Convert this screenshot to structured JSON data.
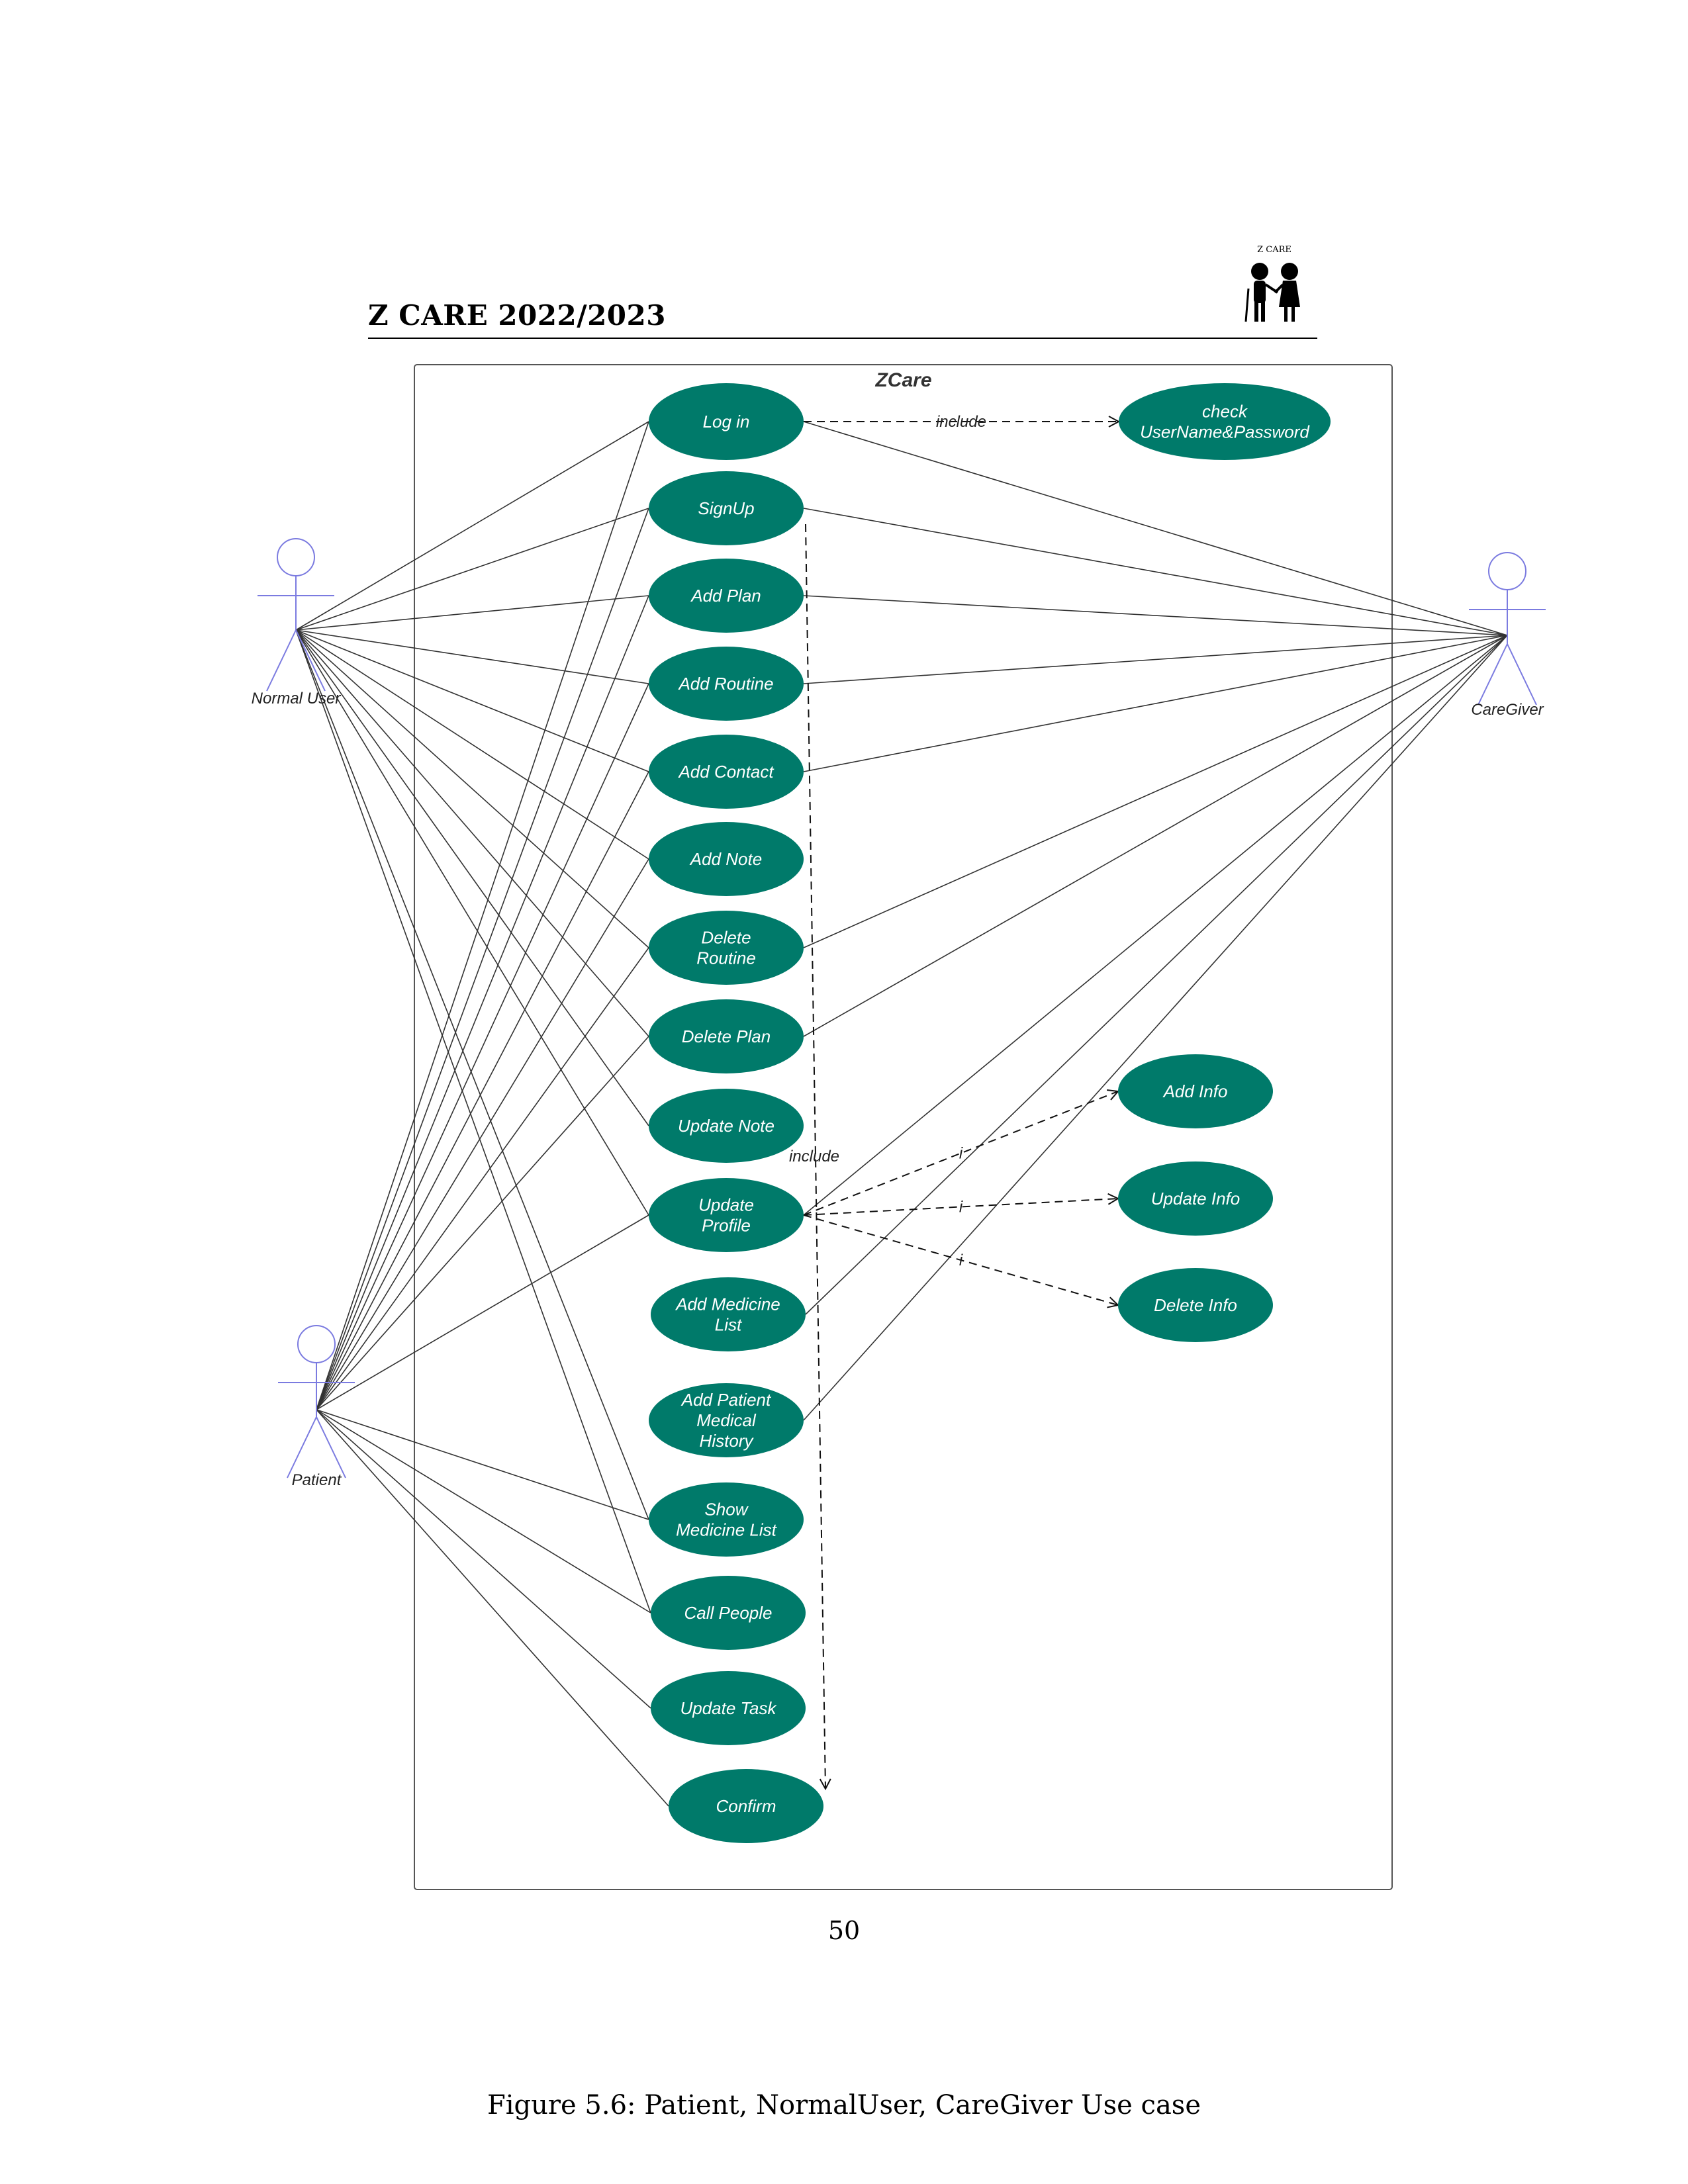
{
  "header": {
    "title": "Z CARE 2022/2023",
    "logo_text": "Z CARE"
  },
  "system": {
    "name": "ZCare"
  },
  "actors": [
    {
      "id": "normal",
      "name": "Normal User"
    },
    {
      "id": "caregiver",
      "name": "CareGiver"
    },
    {
      "id": "patient",
      "name": "Patient"
    }
  ],
  "use_cases": [
    {
      "id": "login",
      "lines": [
        "Log in"
      ]
    },
    {
      "id": "check",
      "lines": [
        "check",
        "UserName&Password"
      ]
    },
    {
      "id": "signup",
      "lines": [
        "SignUp"
      ]
    },
    {
      "id": "addplan",
      "lines": [
        "Add Plan"
      ]
    },
    {
      "id": "addroutine",
      "lines": [
        "Add Routine"
      ]
    },
    {
      "id": "addcontact",
      "lines": [
        "Add Contact"
      ]
    },
    {
      "id": "addnote",
      "lines": [
        "Add Note"
      ]
    },
    {
      "id": "delroutine",
      "lines": [
        "Delete",
        "Routine"
      ]
    },
    {
      "id": "delplan",
      "lines": [
        "Delete Plan"
      ]
    },
    {
      "id": "updnote",
      "lines": [
        "Update Note"
      ]
    },
    {
      "id": "updprofile",
      "lines": [
        "Update",
        "Profile"
      ]
    },
    {
      "id": "addmed",
      "lines": [
        "Add Medicine",
        "List"
      ]
    },
    {
      "id": "addhist",
      "lines": [
        "Add Patient",
        "Medical",
        "History"
      ]
    },
    {
      "id": "showmed",
      "lines": [
        "Show",
        "Medicine List"
      ]
    },
    {
      "id": "call",
      "lines": [
        "Call People"
      ]
    },
    {
      "id": "updtask",
      "lines": [
        "Update Task"
      ]
    },
    {
      "id": "confirm",
      "lines": [
        "Confirm"
      ]
    },
    {
      "id": "addinfo",
      "lines": [
        "Add Info"
      ]
    },
    {
      "id": "updinfo",
      "lines": [
        "Update Info"
      ]
    },
    {
      "id": "delinfo",
      "lines": [
        "Delete Info"
      ]
    }
  ],
  "associations": {
    "normal": [
      "login",
      "signup",
      "addplan",
      "addroutine",
      "addcontact",
      "addnote",
      "delroutine",
      "delplan",
      "updnote",
      "updprofile",
      "showmed",
      "call"
    ],
    "caregiver": [
      "login",
      "signup",
      "addplan",
      "addroutine",
      "addcontact",
      "delroutine",
      "delplan",
      "updprofile",
      "addmed",
      "addhist"
    ],
    "patient": [
      "login",
      "signup",
      "addplan",
      "addroutine",
      "addcontact",
      "addnote",
      "delroutine",
      "delplan",
      "updprofile",
      "showmed",
      "call",
      "updtask",
      "confirm"
    ]
  },
  "include_relations": [
    {
      "from": "login",
      "to": "check",
      "label": "include"
    },
    {
      "from": "updprofile",
      "to": "addinfo",
      "label": "i"
    },
    {
      "from": "updprofile",
      "to": "updinfo",
      "label": "i"
    },
    {
      "from": "updprofile",
      "to": "delinfo",
      "label": "i"
    },
    {
      "from": "signup",
      "to": "confirm",
      "label": "include"
    }
  ],
  "colors": {
    "usecase_fill": "#007a6a",
    "actor_stroke": "#7b7be0",
    "line": "#333333"
  },
  "page_number": "50",
  "caption": "Figure 5.6: Patient, NormalUser, CareGiver Use case"
}
